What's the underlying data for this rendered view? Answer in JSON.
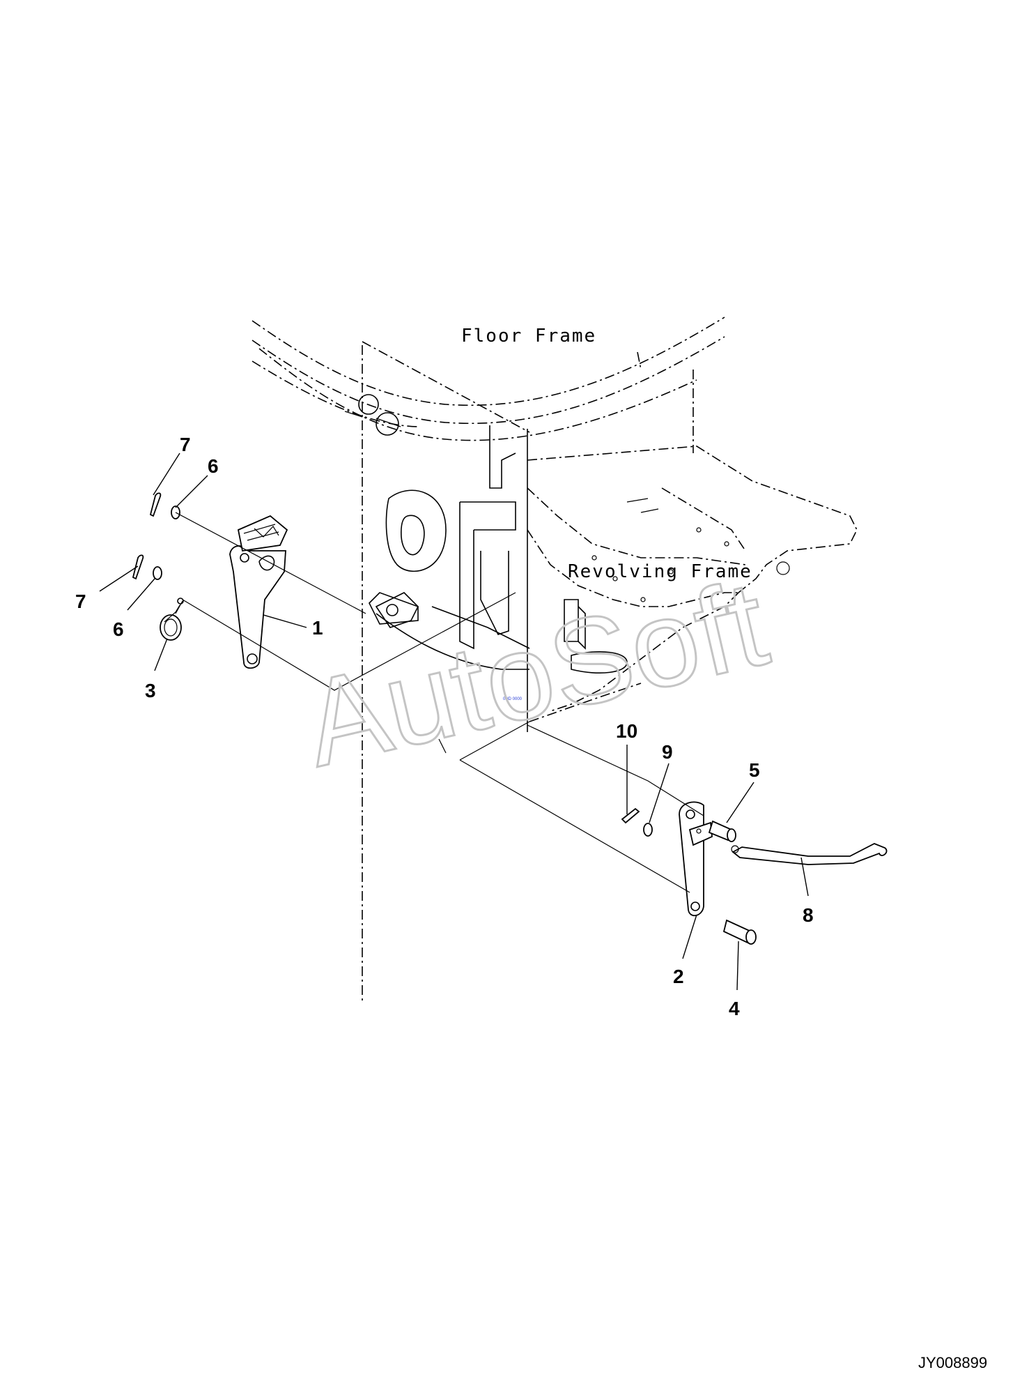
{
  "labels": {
    "floor_frame": "Floor Frame",
    "revolving_frame": "Revolving Frame",
    "watermark": "AutoSoft",
    "tiny_marker": "0HD 0000",
    "drawing_code": "JY008899"
  },
  "callouts": [
    {
      "id": "callout-7-top",
      "text": "7"
    },
    {
      "id": "callout-6-top",
      "text": "6"
    },
    {
      "id": "callout-7-mid",
      "text": "7"
    },
    {
      "id": "callout-6-mid",
      "text": "6"
    },
    {
      "id": "callout-1",
      "text": "1"
    },
    {
      "id": "callout-3",
      "text": "3"
    },
    {
      "id": "callout-10",
      "text": "10"
    },
    {
      "id": "callout-9",
      "text": "9"
    },
    {
      "id": "callout-5",
      "text": "5"
    },
    {
      "id": "callout-8",
      "text": "8"
    },
    {
      "id": "callout-2",
      "text": "2"
    },
    {
      "id": "callout-4",
      "text": "4"
    }
  ],
  "colors": {
    "line": "#000000",
    "watermark": "#c4c4c4",
    "marker": "#2a3fd6"
  }
}
